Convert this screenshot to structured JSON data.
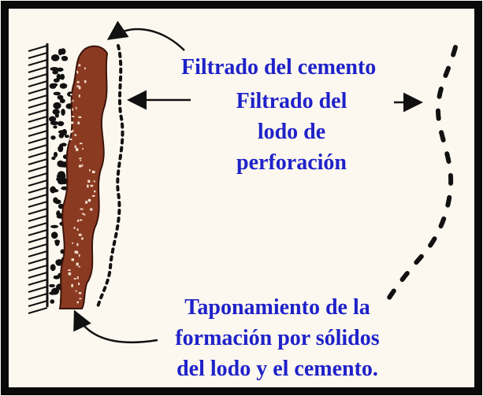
{
  "labels": {
    "cement_filtrate": "Filtrado del cemento",
    "mud_filtrate_line1": "Filtrado del",
    "mud_filtrate_line2": "lodo de",
    "mud_filtrate_line3": "perforación",
    "plugging_line1": "Taponamiento de la",
    "plugging_line2": "formación por sólidos",
    "plugging_line3": "del lodo y el cemento."
  },
  "colors": {
    "border": "#0a0a0a",
    "background": "#fdf8ef",
    "label_text": "#1f22c9",
    "mud_cake": "#8b3a22",
    "formation_grains": "#111111",
    "filtrate_dots": "#111111"
  }
}
